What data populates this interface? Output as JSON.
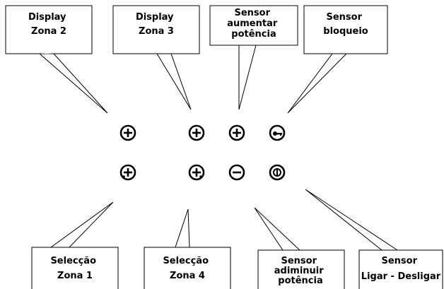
{
  "callouts_top": [
    {
      "id": "display-zona-2",
      "lines": [
        "Display",
        "Zona 2"
      ]
    },
    {
      "id": "display-zona-3",
      "lines": [
        "Display",
        "Zona 3"
      ]
    },
    {
      "id": "sensor-aumentar-potencia",
      "lines": [
        "Sensor",
        "aumentar",
        "potência"
      ]
    },
    {
      "id": "sensor-bloqueio",
      "lines": [
        "Sensor",
        "bloqueio"
      ]
    }
  ],
  "callouts_bottom": [
    {
      "id": "seleccao-zona-1",
      "lines": [
        "Selecção",
        "Zona 1"
      ]
    },
    {
      "id": "seleccao-zona-4",
      "lines": [
        "Selecção",
        "Zona 4"
      ]
    },
    {
      "id": "sensor-adiminuir-potencia",
      "lines": [
        "Sensor",
        "adiminuir",
        "potência"
      ]
    },
    {
      "id": "sensor-ligar-desligar",
      "lines": [
        "Sensor",
        "Ligar - Desligar"
      ]
    }
  ],
  "icons": [
    {
      "name": "display-zona-2-plus-icon",
      "symbol": "plus"
    },
    {
      "name": "display-zona-3-plus-icon",
      "symbol": "plus"
    },
    {
      "name": "increase-power-plus-icon",
      "symbol": "plus"
    },
    {
      "name": "key-lock-icon",
      "symbol": "key"
    },
    {
      "name": "zone-1-select-icon",
      "symbol": "plus-dot"
    },
    {
      "name": "zone-4-select-icon",
      "symbol": "plus-dot"
    },
    {
      "name": "decrease-power-minus-icon",
      "symbol": "minus"
    },
    {
      "name": "power-on-off-icon",
      "symbol": "power"
    }
  ]
}
